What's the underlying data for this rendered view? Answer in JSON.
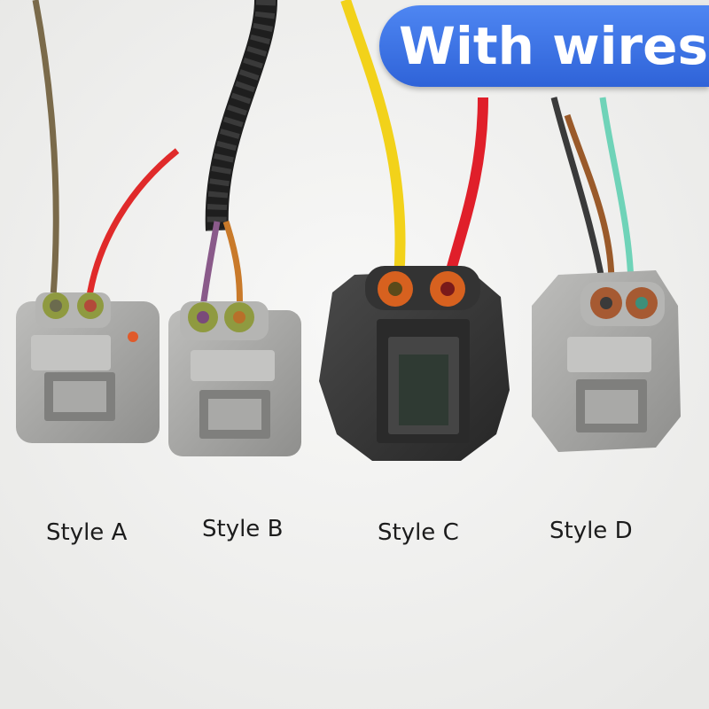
{
  "badge": {
    "text": "With wires",
    "color": "#3a73e6"
  },
  "connectors": [
    {
      "label": "Style A",
      "body_color": "#a9a9a7",
      "wire_colors": [
        "#7a6a4a",
        "#e02a2a"
      ]
    },
    {
      "label": "Style B",
      "body_color": "#a9a9a7",
      "wire_colors": [
        "#8a5a8a",
        "#c97a2a"
      ]
    },
    {
      "label": "Style C",
      "body_color": "#3c3c3c",
      "wire_colors": [
        "#f2d21a",
        "#e01f2a"
      ]
    },
    {
      "label": "Style D",
      "body_color": "#a7a7a5",
      "wire_colors": [
        "#3a3a3a",
        "#9a5a2a",
        "#6fd3b8"
      ]
    }
  ]
}
